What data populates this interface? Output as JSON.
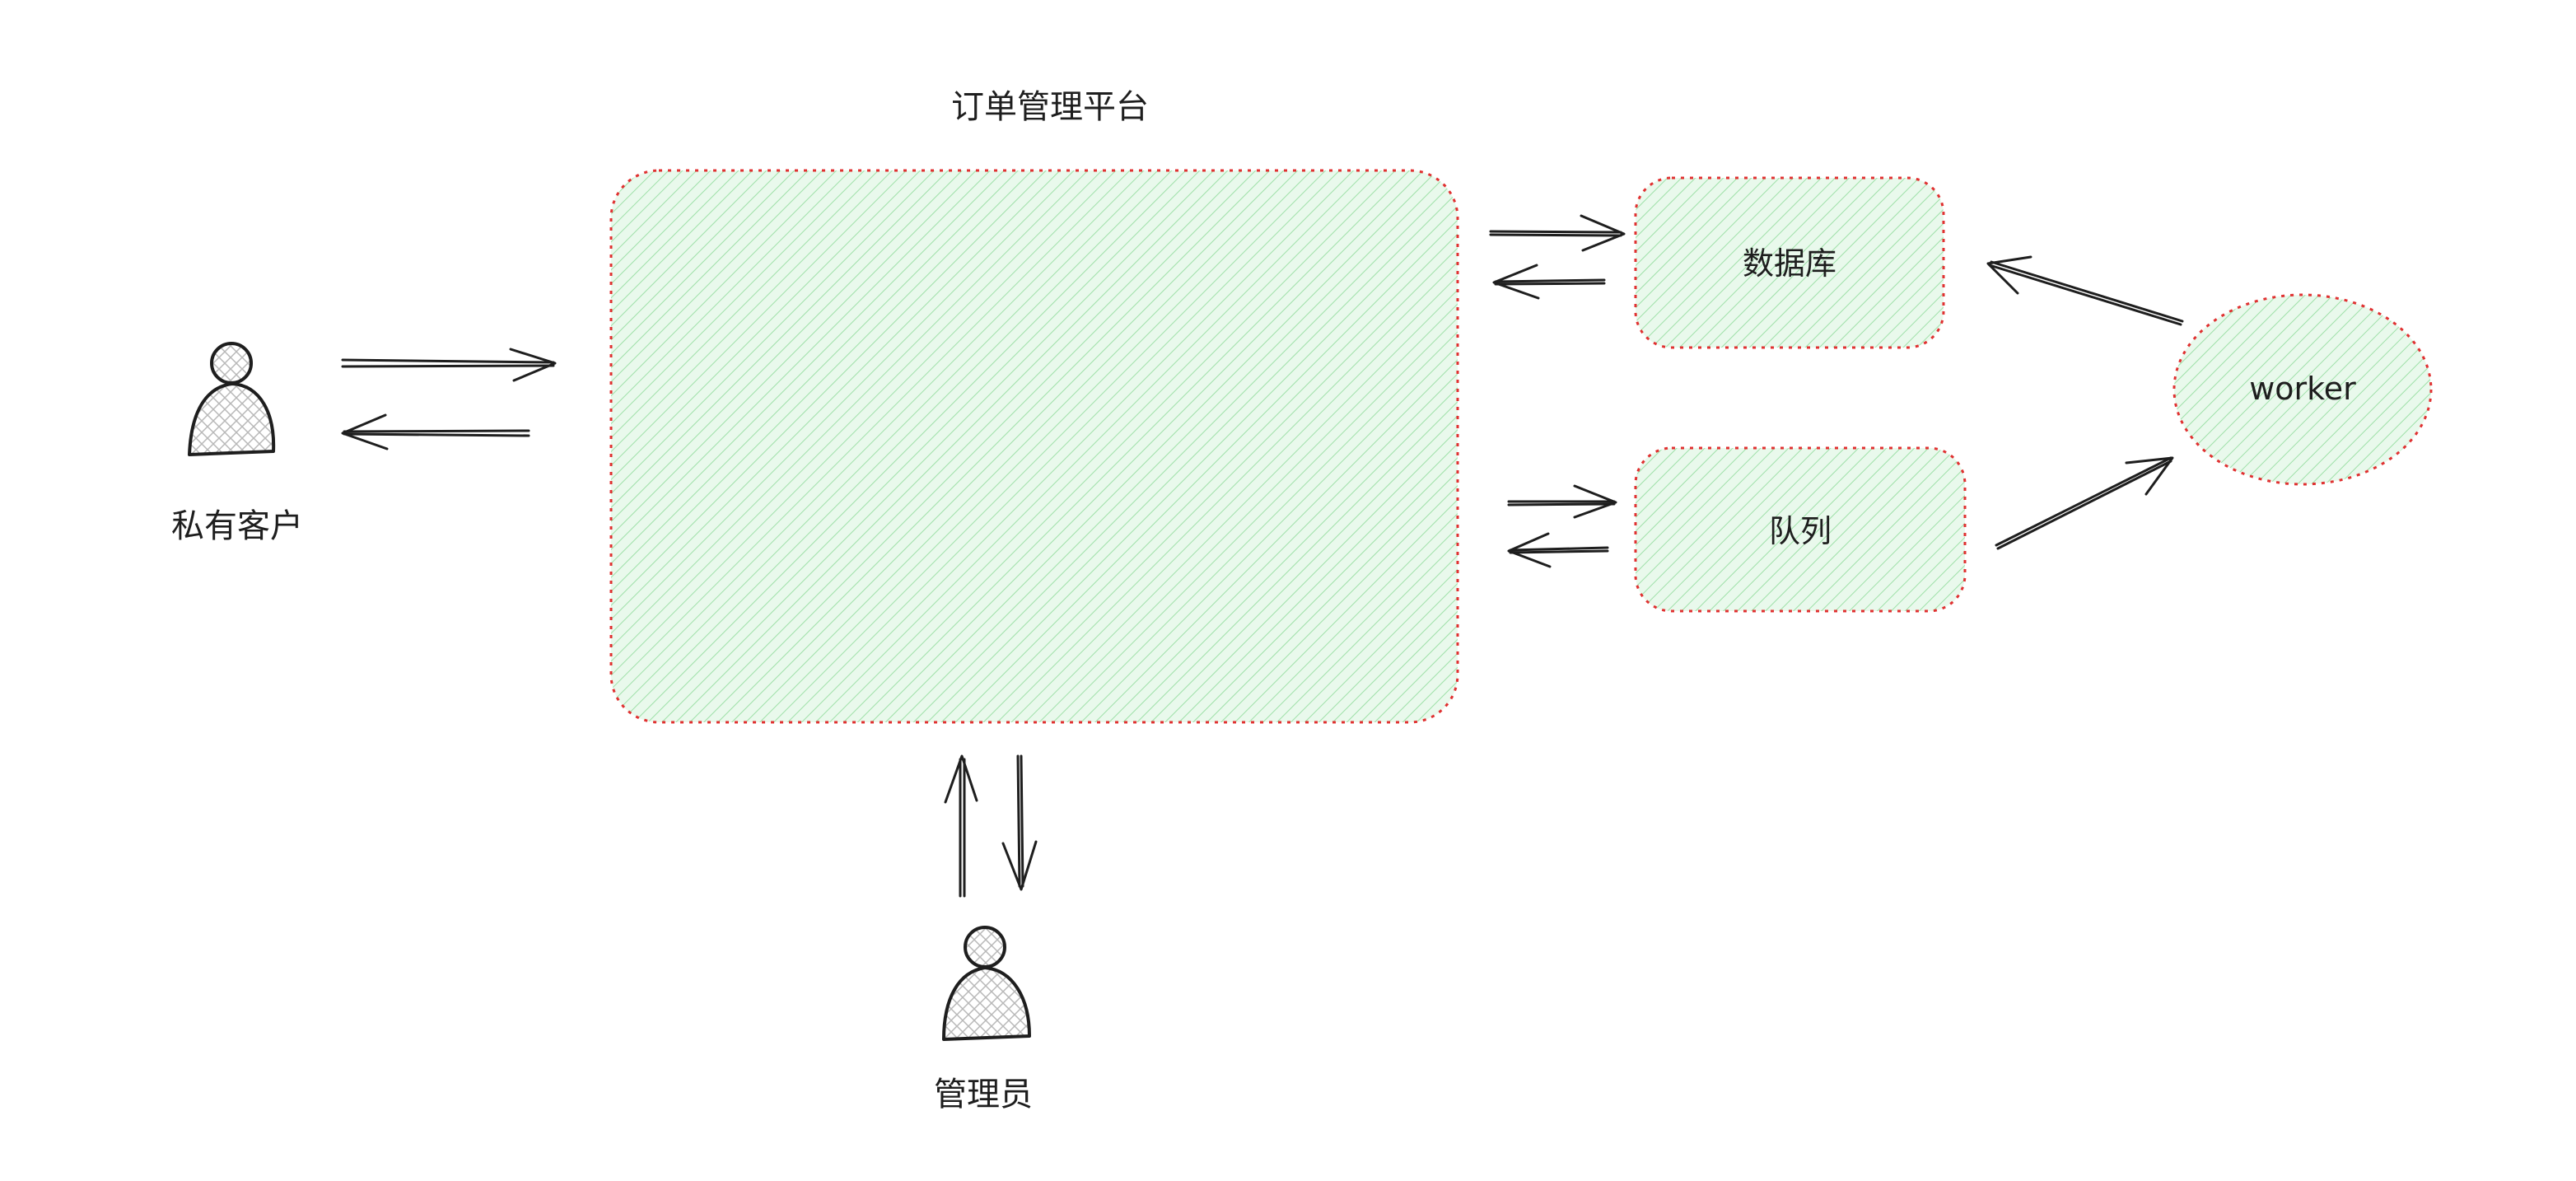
{
  "diagram": {
    "title": "订单管理平台",
    "nodes": {
      "platform": {
        "label": ""
      },
      "database": {
        "label": "数据库"
      },
      "queue": {
        "label": "队列"
      },
      "worker": {
        "label": "worker"
      },
      "private_customer": {
        "label": "私有客户"
      },
      "admin": {
        "label": "管理员"
      }
    },
    "colors": {
      "fill": "#b2f2bb",
      "hatch": "#8fd99a",
      "border": "#e03131",
      "stroke": "#1e1e1e",
      "person_hatch": "#aaaaaa"
    }
  }
}
